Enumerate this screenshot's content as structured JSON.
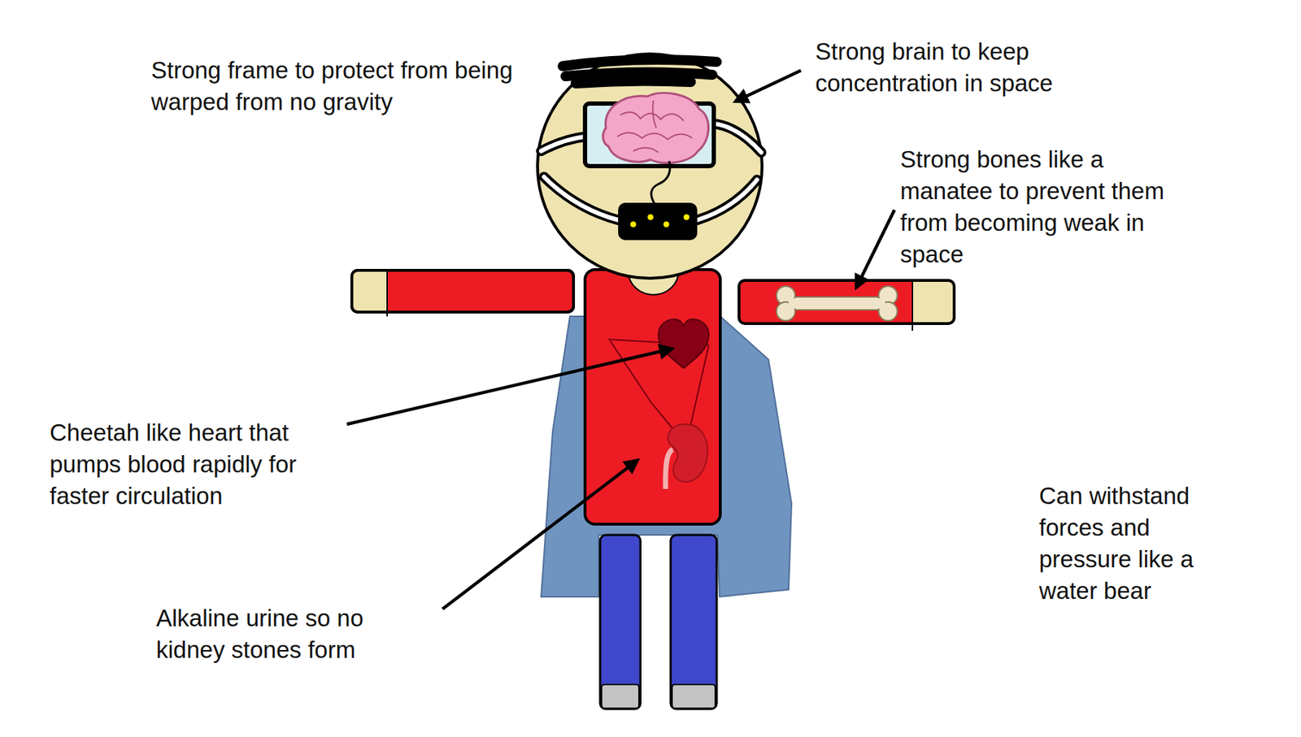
{
  "diagram": {
    "labels": [
      "Strong frame to protect from being warped from no gravity",
      "Strong brain to keep concentration in space",
      "Strong bones like a manatee to prevent them from becoming weak in space",
      "Cheetah like heart that pumps blood rapidly for faster circulation",
      "Can withstand forces and pressure like a water bear",
      "Alkaline urine so no kidney stones form"
    ]
  }
}
